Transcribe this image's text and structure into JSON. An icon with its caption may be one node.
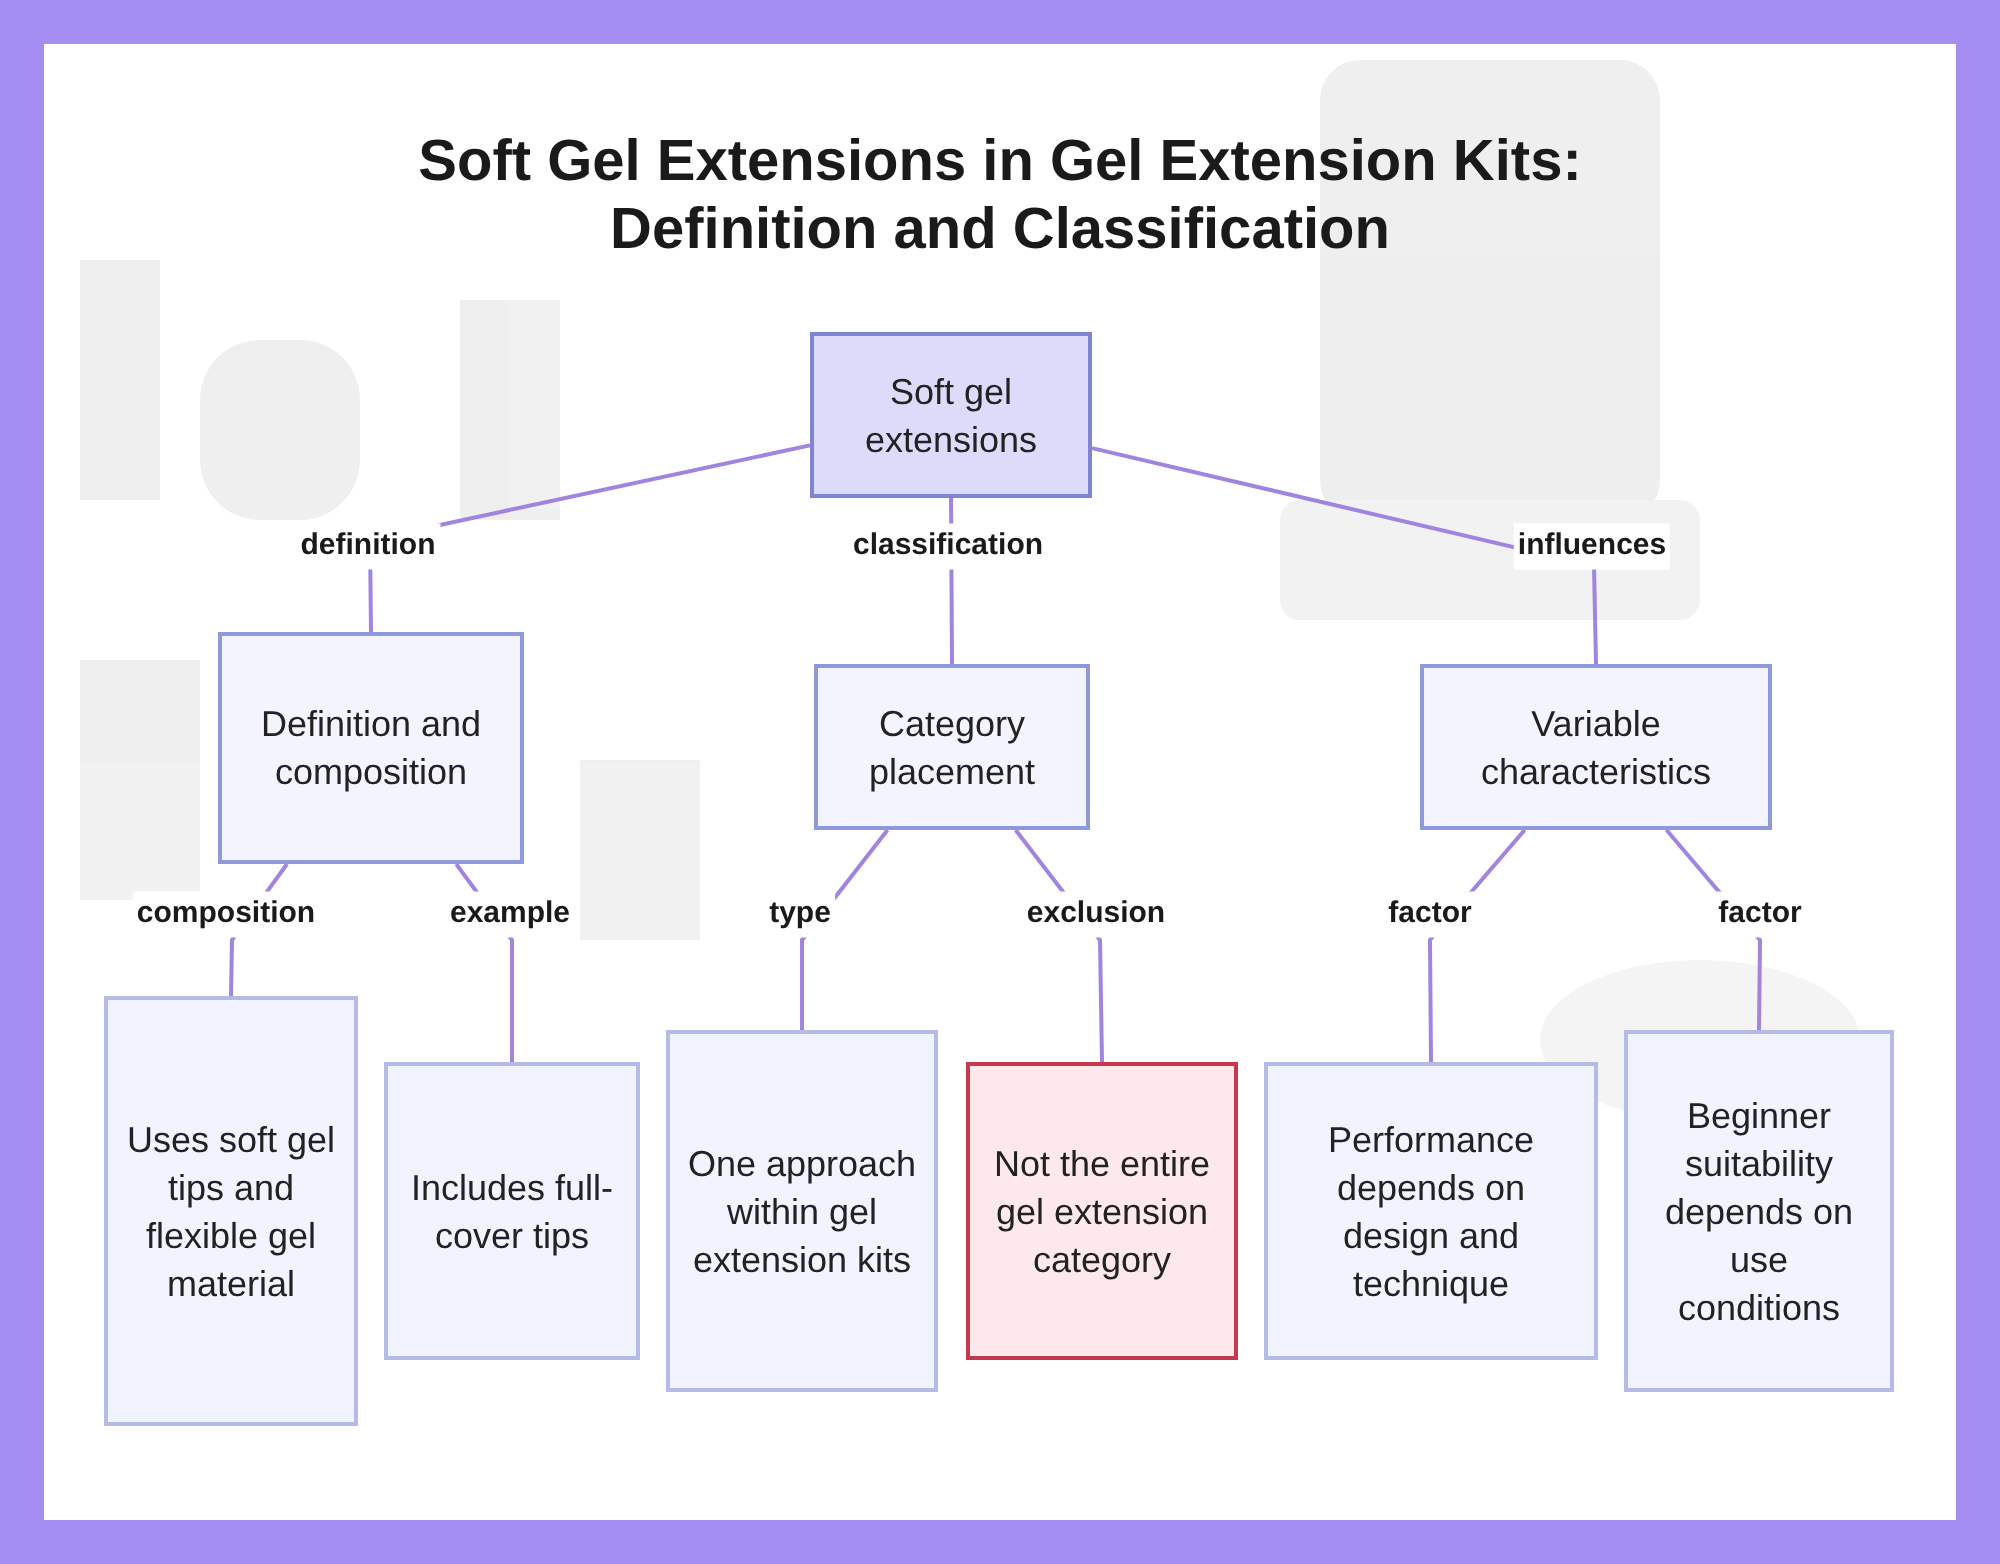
{
  "diagram": {
    "title": "Soft Gel Extensions in Gel Extension Kits: Definition and Classification",
    "nodes": [
      {
        "text": [
          "Soft gel extensions"
        ]
      },
      {
        "text": [
          "Definition and composition"
        ]
      },
      {
        "text": [
          "Category placement"
        ]
      },
      {
        "text": [
          "Variable characteristics"
        ]
      },
      {
        "text": [
          "Uses soft gel tips and flexible gel material"
        ]
      },
      {
        "text": [
          "Includes full-cover tips"
        ]
      },
      {
        "text": [
          "One approach within gel extension kits"
        ]
      },
      {
        "text": [
          "Not the entire gel extension category"
        ]
      },
      {
        "text": [
          "Performance depends on design and technique"
        ]
      },
      {
        "text": [
          "Beginner suitability depends on use conditions"
        ]
      }
    ],
    "edges": [
      {
        "from": 0,
        "to": 1,
        "arrow": "none",
        "label": "definition"
      },
      {
        "from": 0,
        "to": 2,
        "arrow": "none",
        "label": "classification"
      },
      {
        "from": 0,
        "to": 3,
        "arrow": "none",
        "label": "influences"
      },
      {
        "from": 1,
        "to": 4,
        "arrow": "none",
        "label": "composition"
      },
      {
        "from": 1,
        "to": 5,
        "arrow": "none",
        "label": "example"
      },
      {
        "from": 2,
        "to": 6,
        "arrow": "none",
        "label": "type"
      },
      {
        "from": 2,
        "to": 7,
        "arrow": "none",
        "label": "exclusion"
      },
      {
        "from": 3,
        "to": 8,
        "arrow": "none",
        "label": "factor"
      },
      {
        "from": 3,
        "to": 9,
        "arrow": "none",
        "label": "factor"
      }
    ]
  }
}
